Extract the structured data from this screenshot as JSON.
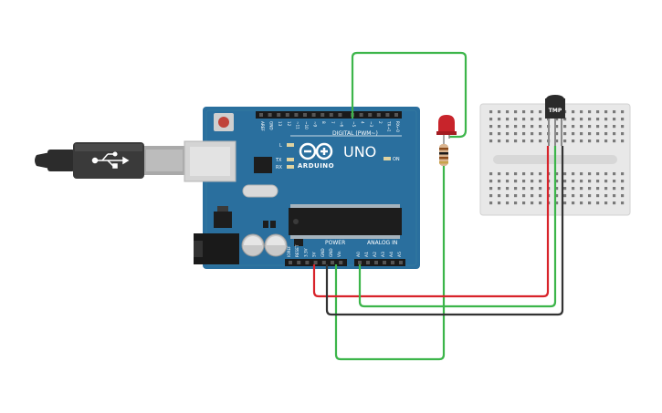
{
  "board": {
    "brand": "ARDUINO",
    "model": "UNO",
    "digital_header_label": "DIGITAL (PWM~)",
    "power_header_label": "POWER",
    "analog_header_label": "ANALOG IN",
    "led_l_label": "L",
    "led_tx_label": "TX",
    "led_rx_label": "RX",
    "on_label": "ON",
    "digital_pins": [
      "AREF",
      "GND",
      "13",
      "12",
      "~11",
      "~10",
      "~9",
      "8",
      "7",
      "~6",
      "~5",
      "4",
      "~3",
      "2",
      "TX→1",
      "RX←0"
    ],
    "power_pins": [
      "IOREF",
      "RESET",
      "3.3V",
      "5V",
      "GND",
      "GND",
      "Vin"
    ],
    "analog_pins": [
      "A0",
      "A1",
      "A2",
      "A3",
      "A4",
      "A5"
    ]
  },
  "sensor": {
    "label": "TMP"
  },
  "colors": {
    "board": "#2a6f9e",
    "board_dark": "#1f5a82",
    "wire_green": "#3cb54a",
    "wire_red": "#d8232a",
    "wire_black": "#333333",
    "breadboard": "#e8e8e8",
    "led_red": "#c8242b",
    "usb_cable": "#2c2c2c"
  }
}
